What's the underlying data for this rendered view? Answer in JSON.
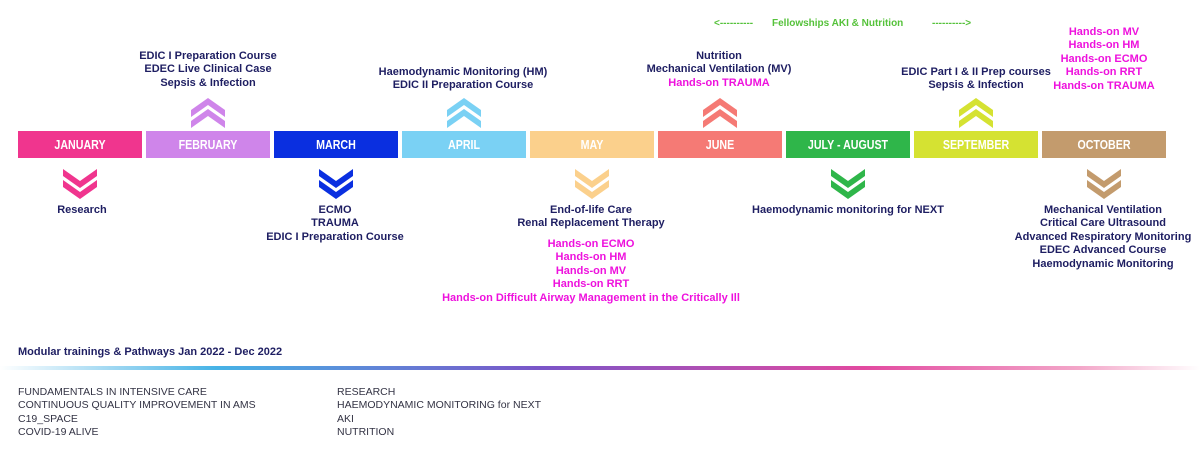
{
  "fellowships": {
    "arrow_left": "<----------",
    "label": "Fellowships AKI & Nutrition",
    "arrow_right": "---------->"
  },
  "colors": {
    "january": "#f0358e",
    "february": "#cf85ea",
    "march": "#0a2fe0",
    "april": "#7ad1f4",
    "may": "#fbd08c",
    "june": "#f57a75",
    "july_august": "#2fb64a",
    "september": "#d5e232",
    "october": "#c39b6d",
    "dark_text": "#1e1e62",
    "magenta_text": "#ee11dd",
    "fellowship_green": "#55c23a"
  },
  "months": [
    {
      "label": "JANUARY"
    },
    {
      "label": "FEBRUARY"
    },
    {
      "label": "MARCH"
    },
    {
      "label": "APRIL"
    },
    {
      "label": "MAY"
    },
    {
      "label": "JUNE"
    },
    {
      "label": "JULY - AUGUST"
    },
    {
      "label": "SEPTEMBER"
    },
    {
      "label": "OCTOBER"
    }
  ],
  "january": {
    "below": [
      "Research"
    ]
  },
  "february": {
    "above": [
      "EDIC I Preparation Course",
      "EDEC Live Clinical Case",
      "Sepsis & Infection"
    ]
  },
  "march": {
    "below": [
      "ECMO",
      "TRAUMA",
      "EDIC I Preparation Course"
    ]
  },
  "april": {
    "above": [
      "Haemodynamic Monitoring (HM)",
      "EDIC II Preparation Course"
    ]
  },
  "may": {
    "below": [
      "End-of-life Care",
      "Renal Replacement Therapy"
    ],
    "below_handson": [
      "Hands-on ECMO",
      "Hands-on HM",
      "Hands-on MV",
      "Hands-on RRT",
      "Hands-on Difficult Airway Management in the Critically Ill"
    ]
  },
  "june": {
    "above": [
      "Nutrition",
      "Mechanical Ventilation (MV)"
    ],
    "above_handson": [
      "Hands-on TRAUMA"
    ]
  },
  "july_august": {
    "below": [
      "Haemodynamic monitoring for NEXT"
    ]
  },
  "september": {
    "above": [
      "EDIC Part I & II Prep courses",
      "Sepsis & Infection"
    ]
  },
  "october": {
    "above_handson": [
      "Hands-on MV",
      "Hands-on HM",
      "Hands-on ECMO",
      "Hands-on RRT",
      "Hands-on TRAUMA"
    ],
    "below": [
      "Mechanical Ventilation",
      "Critical Care Ultrasound",
      "Advanced Respiratory Monitoring",
      "EDEC Advanced Course",
      "Haemodynamic Monitoring"
    ]
  },
  "footer": {
    "title": "Modular trainings & Pathways Jan 2022 - Dec 2022",
    "col1": [
      "FUNDAMENTALS IN INTENSIVE CARE",
      "CONTINUOUS QUALITY IMPROVEMENT IN AMS",
      "C19_SPACE",
      "COVID-19 ALIVE"
    ],
    "col2": [
      "RESEARCH",
      "HAEMODYNAMIC MONITORING for NEXT",
      "AKI",
      "NUTRITION"
    ]
  }
}
